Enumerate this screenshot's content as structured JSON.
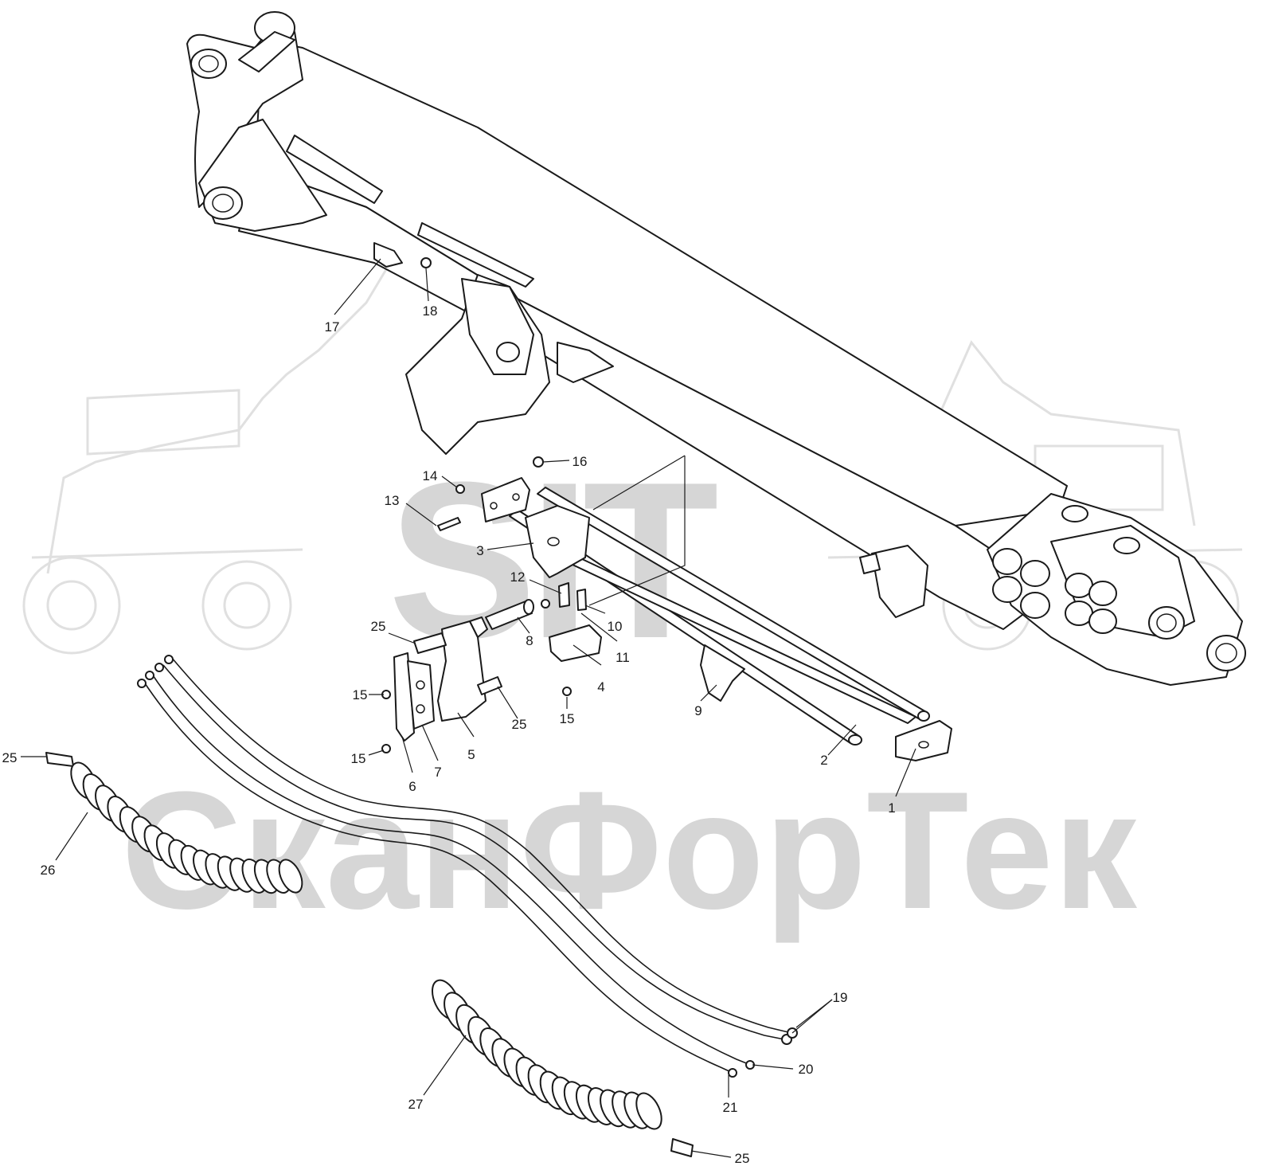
{
  "watermark": {
    "brand": "SIT",
    "company": "СканФорТек",
    "color": "#d6d6d6"
  },
  "callouts": [
    {
      "id": "c1",
      "label": "1"
    },
    {
      "id": "c2",
      "label": "2"
    },
    {
      "id": "c3",
      "label": "3"
    },
    {
      "id": "c4",
      "label": "4"
    },
    {
      "id": "c5",
      "label": "5"
    },
    {
      "id": "c6",
      "label": "6"
    },
    {
      "id": "c7",
      "label": "7"
    },
    {
      "id": "c8",
      "label": "8"
    },
    {
      "id": "c9",
      "label": "9"
    },
    {
      "id": "c10",
      "label": "10"
    },
    {
      "id": "c11",
      "label": "11"
    },
    {
      "id": "c12",
      "label": "12"
    },
    {
      "id": "c13",
      "label": "13"
    },
    {
      "id": "c14",
      "label": "14"
    },
    {
      "id": "c15a",
      "label": "15"
    },
    {
      "id": "c15b",
      "label": "15"
    },
    {
      "id": "c15c",
      "label": "15"
    },
    {
      "id": "c16",
      "label": "16"
    },
    {
      "id": "c17",
      "label": "17"
    },
    {
      "id": "c18",
      "label": "18"
    },
    {
      "id": "c19",
      "label": "19"
    },
    {
      "id": "c20",
      "label": "20"
    },
    {
      "id": "c21",
      "label": "21"
    },
    {
      "id": "c25a",
      "label": "25"
    },
    {
      "id": "c25b",
      "label": "25"
    },
    {
      "id": "c25c",
      "label": "25"
    },
    {
      "id": "c25d",
      "label": "25"
    },
    {
      "id": "c26",
      "label": "26"
    },
    {
      "id": "c27",
      "label": "27"
    }
  ]
}
